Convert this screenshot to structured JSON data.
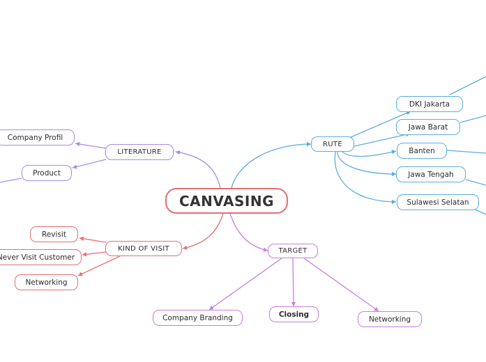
{
  "central": {
    "label": "CANVASING",
    "color": "#e86e6e"
  },
  "colors": {
    "literature": "#a68bea",
    "rute": "#5aace0",
    "visit": "#e86e6e",
    "target": "#c67ee0"
  },
  "literature": {
    "label": "LITERATURE",
    "children": [
      "Company Profil",
      "Product"
    ]
  },
  "rute": {
    "label": "RUTE",
    "children": [
      "DKI Jakarta",
      "Jawa Barat",
      "Banten",
      "Jawa Tengah",
      "Sulawesi Selatan"
    ]
  },
  "kind_of_visit": {
    "label": "KIND OF VISIT",
    "children": [
      "Revisit",
      "Never Visit Customer",
      "Networking"
    ]
  },
  "target": {
    "label": "TARGET",
    "children": [
      "Company Branding",
      "Closing",
      "Networking"
    ]
  }
}
